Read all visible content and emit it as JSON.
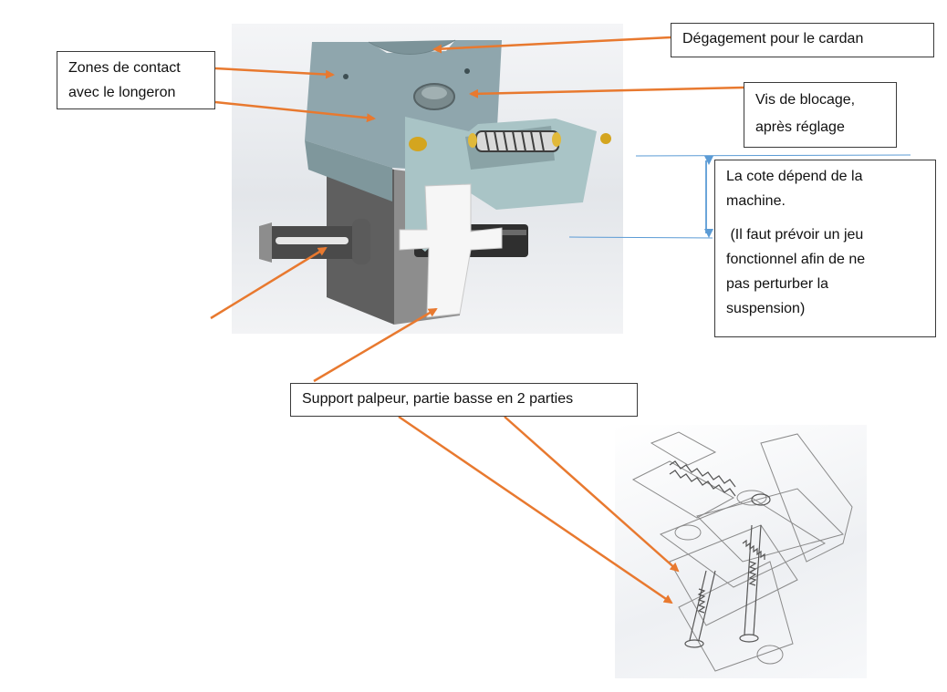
{
  "callouts": {
    "degagement": "Dégagement pour le cardan",
    "zones_line1": "Zones de contact",
    "zones_line2": "avec le longeron",
    "vis_line1": "Vis de blocage,",
    "vis_line2": "après réglage",
    "cote_line1": "La cote dépend de la",
    "cote_line2": "machine.",
    "cote_line3": " (Il faut prévoir un jeu",
    "cote_line4": "fonctionnel afin de ne",
    "cote_line5": "pas perturber la",
    "cote_line6": "suspension)",
    "support": "Support palpeur, partie basse en 2 parties"
  },
  "colors": {
    "arrow": "#e8792f",
    "dimension": "#5b9bd5",
    "part_top": "#8fa6ad",
    "part_front": "#a9c4c6",
    "part_light": "#bcd6d8",
    "steel": "#7b7a7a",
    "shaft": "#3a3a3a",
    "brass": "#d4a51f",
    "wire": "#8a8a8a"
  }
}
